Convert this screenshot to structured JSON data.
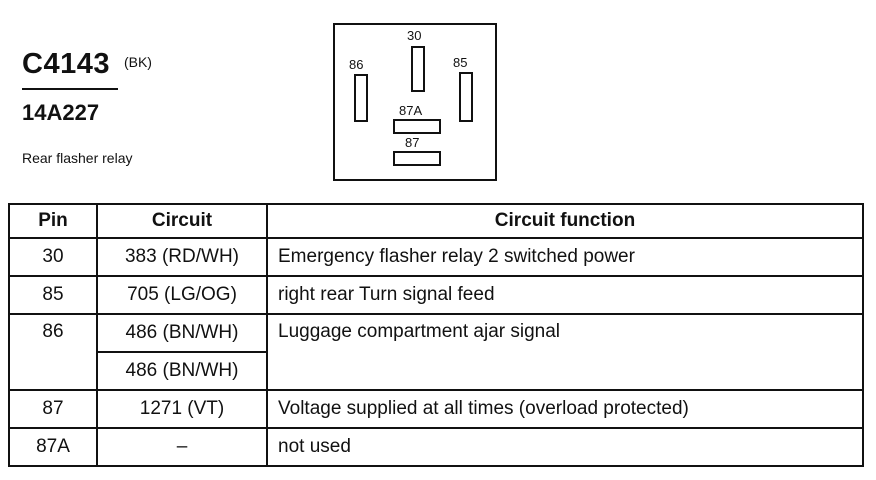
{
  "connector": {
    "id": "C4143",
    "color_code": "(BK)",
    "part_number": "14A227",
    "description": "Rear flasher relay"
  },
  "relay_face": {
    "pins": [
      {
        "label": "30",
        "orientation": "vertical"
      },
      {
        "label": "86",
        "orientation": "vertical"
      },
      {
        "label": "85",
        "orientation": "vertical"
      },
      {
        "label": "87A",
        "orientation": "horizontal"
      },
      {
        "label": "87",
        "orientation": "horizontal"
      }
    ]
  },
  "table": {
    "headers": [
      "Pin",
      "Circuit",
      "Circuit function"
    ],
    "rows": [
      {
        "pin": "30",
        "circuits": [
          "383 (RD/WH)"
        ],
        "function": "Emergency flasher relay 2 switched power"
      },
      {
        "pin": "85",
        "circuits": [
          "705 (LG/OG)"
        ],
        "function": "right rear Turn signal feed"
      },
      {
        "pin": "86",
        "circuits": [
          "486 (BN/WH)",
          "486 (BN/WH)"
        ],
        "function": "Luggage compartment ajar signal"
      },
      {
        "pin": "87",
        "circuits": [
          "1271 (VT)"
        ],
        "function": "Voltage supplied at all times (overload protected)"
      },
      {
        "pin": "87A",
        "circuits": [
          "–"
        ],
        "function": "not used"
      }
    ]
  }
}
